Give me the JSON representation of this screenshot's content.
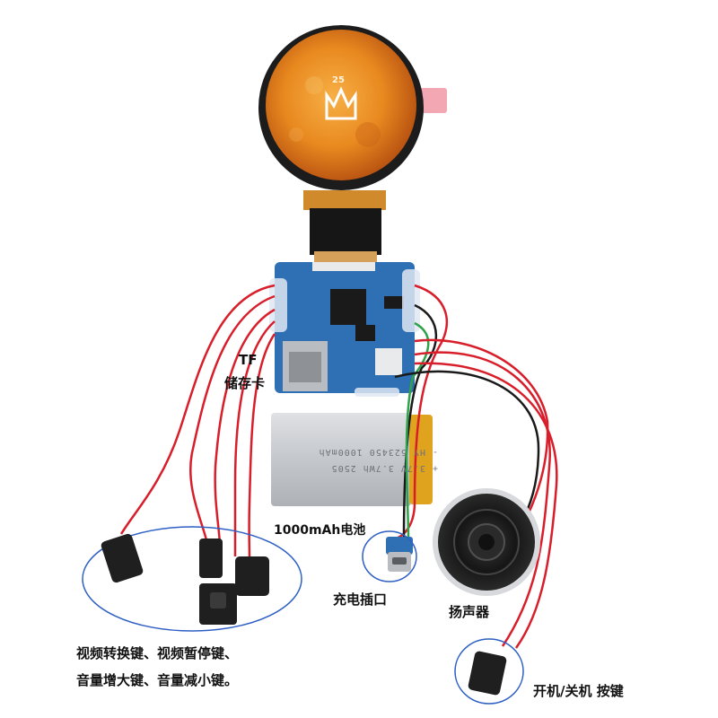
{
  "labels": {
    "tf": "TF",
    "tf_storage": "储存卡",
    "battery": "1000mAh电池",
    "charge_port": "充电插口",
    "speaker": "扬声器",
    "keys_line1": "视频转换键、视频暂停键、",
    "keys_line2": "音量增大键、音量减小键。",
    "power_key": "开机/关机 按键"
  },
  "screen": {
    "number": "25"
  },
  "battery_print": {
    "line1": "+ 3.7V 3.7Wh 2505",
    "line2": "- HY 523450 1000mAh"
  },
  "colors": {
    "screen_orange": "#e8891f",
    "pcb_blue": "#2f6fb3",
    "wire_red": "#d81e2a",
    "highlight_ellipse": "#2d5fc4",
    "battery_silver": "#c9ccd0"
  }
}
